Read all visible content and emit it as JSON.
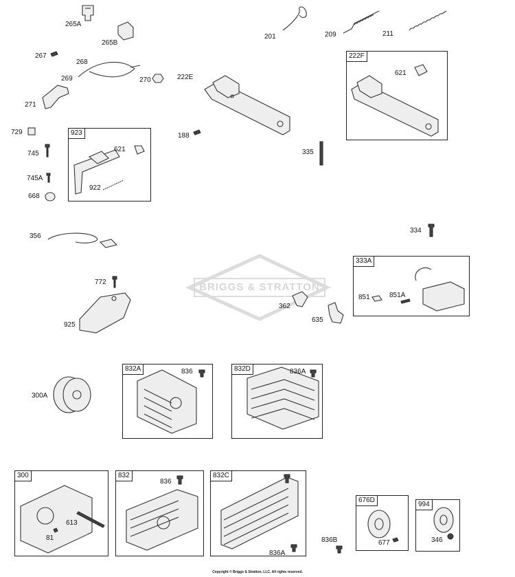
{
  "watermark": "BRIGGS & STRATTON",
  "copyright": "Copyright © Briggs & Stratton, LLC. All rights reserved.",
  "boxes": {
    "b923": "923",
    "b222F": "222F",
    "b333A": "333A",
    "b832A": "832A",
    "b832D": "832D",
    "b300": "300",
    "b832": "832",
    "b832C": "832C",
    "b676D": "676D",
    "b994": "994"
  },
  "parts": {
    "p265A": "265A",
    "p265B": "265B",
    "p267": "267",
    "p268": "268",
    "p269": "269",
    "p270": "270",
    "p271": "271",
    "p729": "729",
    "p745": "745",
    "p745A": "745A",
    "p668": "668",
    "p621a": "621",
    "p922": "922",
    "p201": "201",
    "p209": "209",
    "p211": "211",
    "p222E": "222E",
    "p188": "188",
    "p621b": "621",
    "p335": "335",
    "p334": "334",
    "p356": "356",
    "p772": "772",
    "p925": "925",
    "p362": "362",
    "p635": "635",
    "p851": "851",
    "p851A": "851A",
    "p300A": "300A",
    "p836a": "836",
    "p836A_top": "836A",
    "p613": "613",
    "p81": "81",
    "p836b": "836",
    "p836A_bottom": "836A",
    "p836B": "836B",
    "p677": "677",
    "p346": "346"
  }
}
